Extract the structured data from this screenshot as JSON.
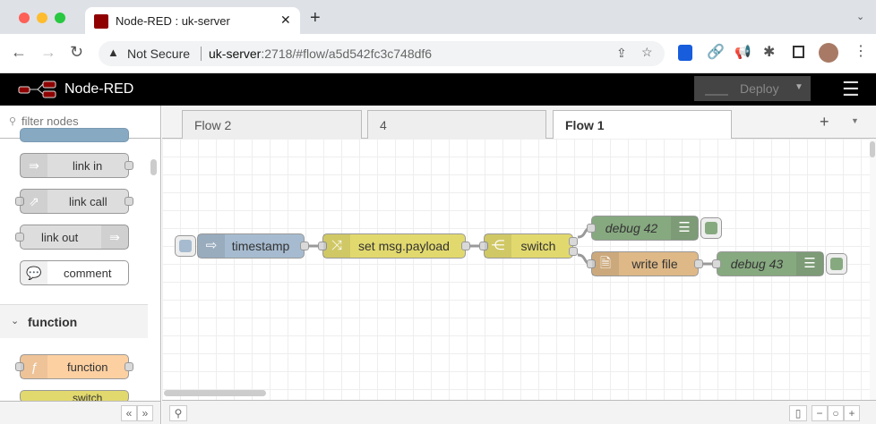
{
  "browser": {
    "tab_title": "Node-RED : uk-server",
    "security": "Not Secure",
    "url_host": "uk-server",
    "url_rest": ":2718/#flow/a5d542fc3c748df6"
  },
  "app": {
    "title": "Node-RED",
    "deploy_label": "Deploy"
  },
  "palette": {
    "filter_placeholder": "filter nodes",
    "nodes": [
      {
        "label": "link in",
        "color": "#dddddd"
      },
      {
        "label": "link call",
        "color": "#dddddd"
      },
      {
        "label": "link out",
        "color": "#dddddd"
      },
      {
        "label": "comment",
        "color": "#ffffff"
      }
    ],
    "category": "function",
    "function_nodes": [
      {
        "label": "function",
        "color": "#fdd0a2"
      },
      {
        "label": "switch",
        "color": "#e2d96e"
      }
    ]
  },
  "workspace": {
    "tabs": [
      {
        "label": "Flow 2"
      },
      {
        "label": "4"
      },
      {
        "label": "Flow 1",
        "active": true
      }
    ]
  },
  "flow": {
    "nodes": [
      {
        "label": "timestamp",
        "type": "inject",
        "color": "#a6bbcf"
      },
      {
        "label": "set msg.payload",
        "type": "change",
        "color": "#e2d96e"
      },
      {
        "label": "switch",
        "type": "switch",
        "color": "#e2d96e"
      },
      {
        "label": "debug 42",
        "type": "debug",
        "color": "#87a980"
      },
      {
        "label": "write file",
        "type": "file",
        "color": "#deb887"
      },
      {
        "label": "debug 43",
        "type": "debug",
        "color": "#87a980"
      }
    ]
  }
}
